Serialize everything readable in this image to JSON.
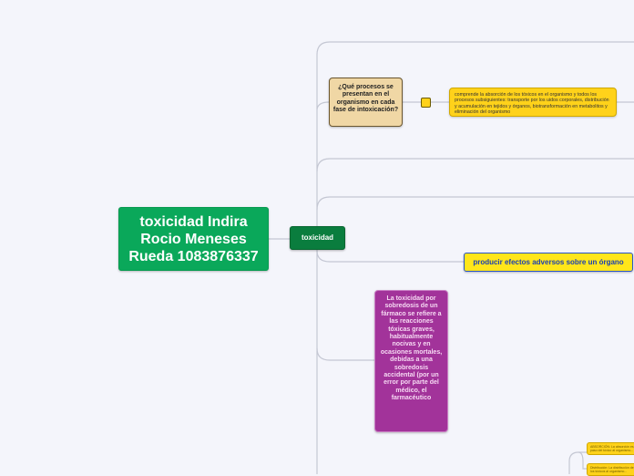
{
  "mindmap": {
    "root_topic": "toxicidad  Indira Rocio Meneses Rueda 1083876337",
    "main_topic": "toxicidad",
    "question": "¿Qué procesos se presentan en el organismo en cada fase de intoxicación?",
    "absorption_note": "comprende la absorción de los tóxicos en el organismo y todos los procesos subsiguientes: transporte por los uidos corporales, distribución y acumulación en tejidos y órganos, biotransformación en metabolitos y eliminación del organismo",
    "adverse_effects": "producir efectos adversos sobre un órgano",
    "overdose_definition": "La toxicidad por sobredosis de un fármaco se refiere a las reacciones tóxicas graves, habitualmente nocivas y en ocasiones mortales, debidas a una sobredosis accidental (por un error por parte del médico, el farmacéutico",
    "small_note_1": "ABSORCIÓN:  La absorción es el paso del tóxico al organismo...",
    "small_note_2": "Distribución: La distribución de los tóxicos al organismo..."
  },
  "colors": {
    "background": "#f4f5fb",
    "root_fill": "#0aa85a",
    "main_fill": "#0a7d3e",
    "question_fill": "#f0d7a5",
    "note_fill": "#ffd21a",
    "adverse_fill": "#ffe61a",
    "adverse_border": "#2a56c6",
    "overdose_fill": "#a2339a",
    "connector": "#c4c7d3"
  }
}
